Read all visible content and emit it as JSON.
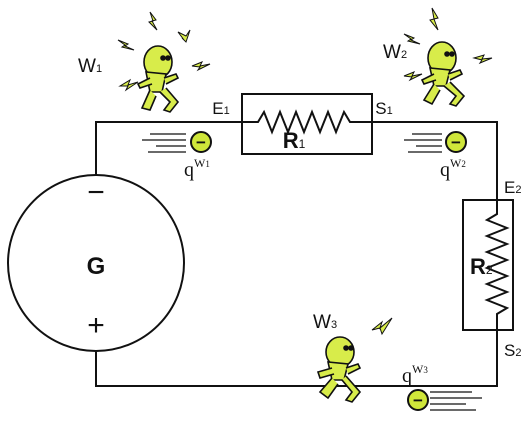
{
  "diagram": {
    "generator": {
      "label": "G",
      "minus_sign": "−",
      "plus_sign": "+"
    },
    "resistors": [
      {
        "label": "R",
        "sub": "1",
        "entry_label": "E",
        "entry_sub": "1",
        "exit_label": "S",
        "exit_sub": "1"
      },
      {
        "label": "R",
        "sub": "2",
        "entry_label": "E",
        "entry_sub": "2",
        "exit_label": "S",
        "exit_sub": "2"
      }
    ],
    "workers": [
      {
        "label": "W",
        "sub": "1"
      },
      {
        "label": "W",
        "sub": "2"
      },
      {
        "label": "W",
        "sub": "3"
      }
    ],
    "charges": [
      {
        "base": "q",
        "sup": "W",
        "sup_sub": "1",
        "sign": "−"
      },
      {
        "base": "q",
        "sup": "W",
        "sup_sub": "2",
        "sign": "−"
      },
      {
        "base": "q",
        "sup": "W",
        "sup_sub": "3",
        "sign": "−"
      }
    ],
    "colors": {
      "wire": "#111111",
      "figure": "#d8ec4a",
      "charge": "#cfe63a",
      "spark": "#d8ec4a",
      "outline": "#111111"
    }
  }
}
